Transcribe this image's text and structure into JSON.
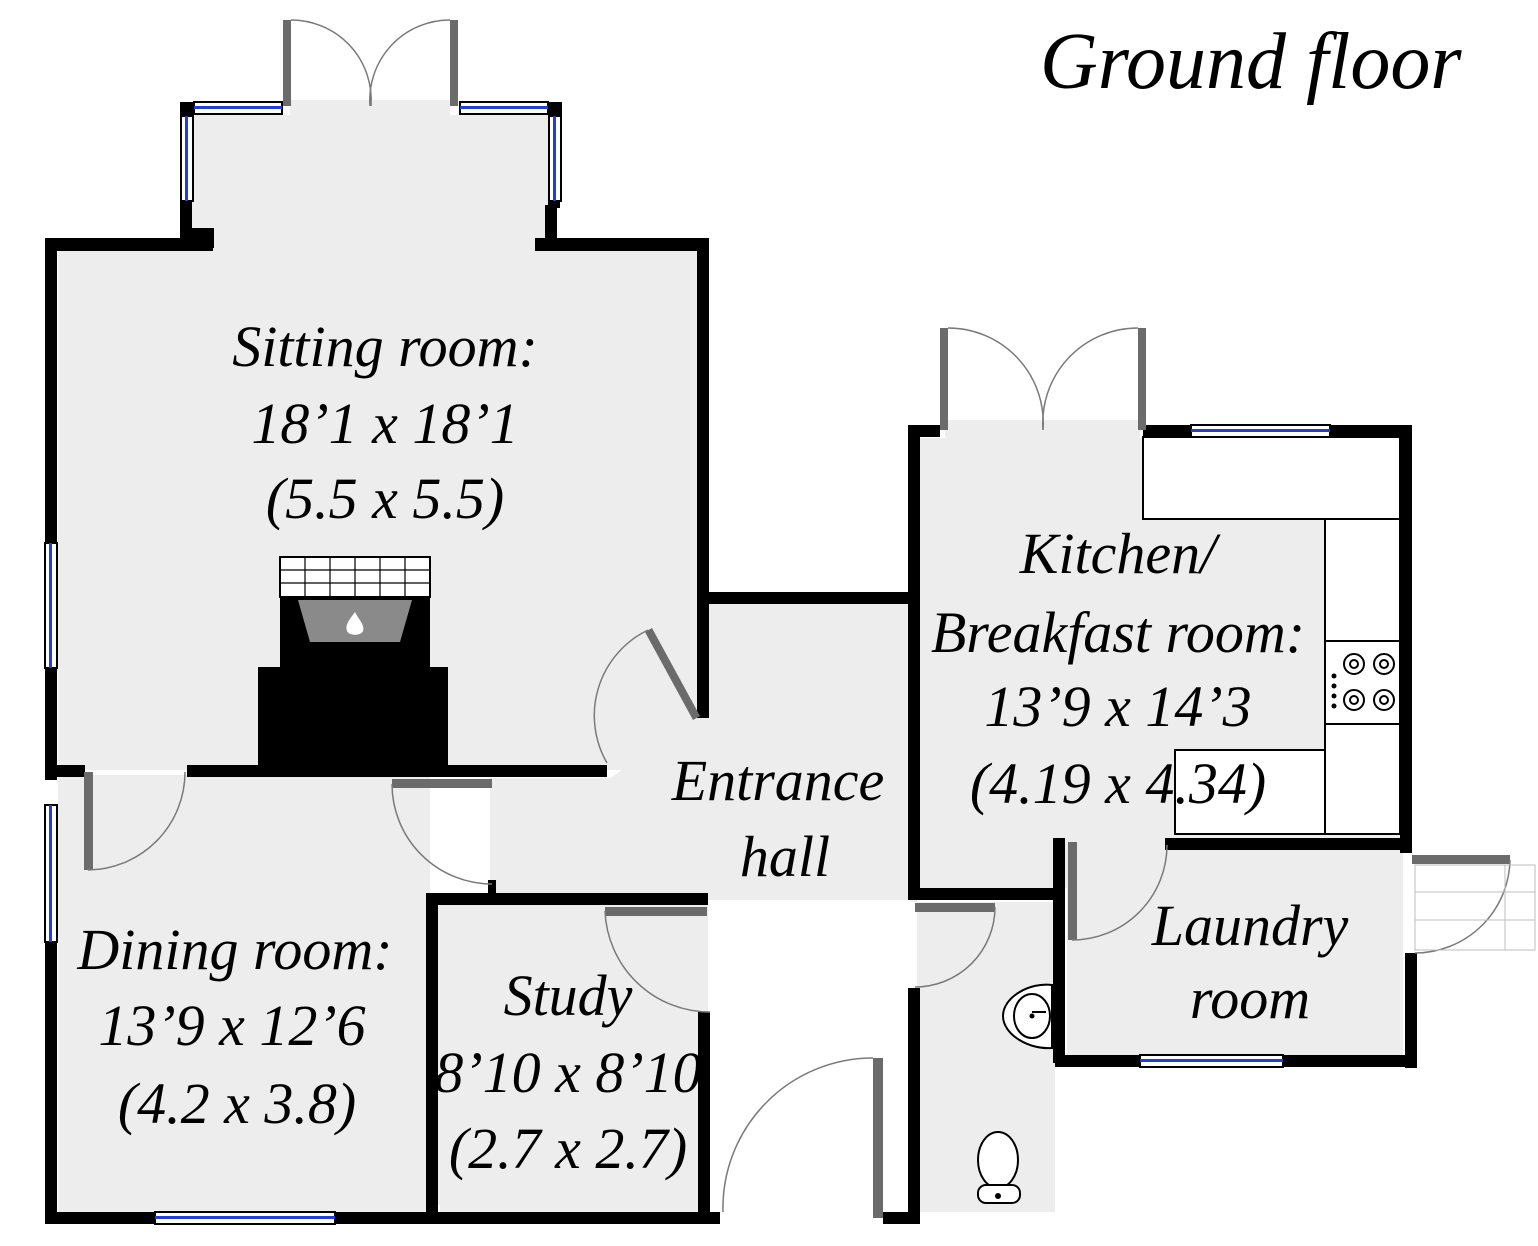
{
  "title": "Ground floor",
  "rooms": {
    "sitting": {
      "line1": "Sitting room:",
      "line2": "18’1 x 18’1",
      "line3": "(5.5 x 5.5)"
    },
    "kitchen": {
      "line1": "Kitchen/",
      "line2": "Breakfast room:",
      "line3": "13’9 x 14’3",
      "line4": "(4.19 x 4.34)"
    },
    "entrance": {
      "line1": "Entrance",
      "line2": "hall"
    },
    "dining": {
      "line1": "Dining room:",
      "line2": "13’9 x 12’6",
      "line3": "(4.2 x 3.8)"
    },
    "study": {
      "line1": "Study",
      "line2": "8’10 x 8’10",
      "line3": "(2.7 x 2.7)"
    },
    "laundry": {
      "line1": "Laundry",
      "line2": "room"
    }
  },
  "colors": {
    "wall": "#000000",
    "floor": "#ededed",
    "window": "#1f3fd6",
    "door": "#6b6b6b"
  }
}
